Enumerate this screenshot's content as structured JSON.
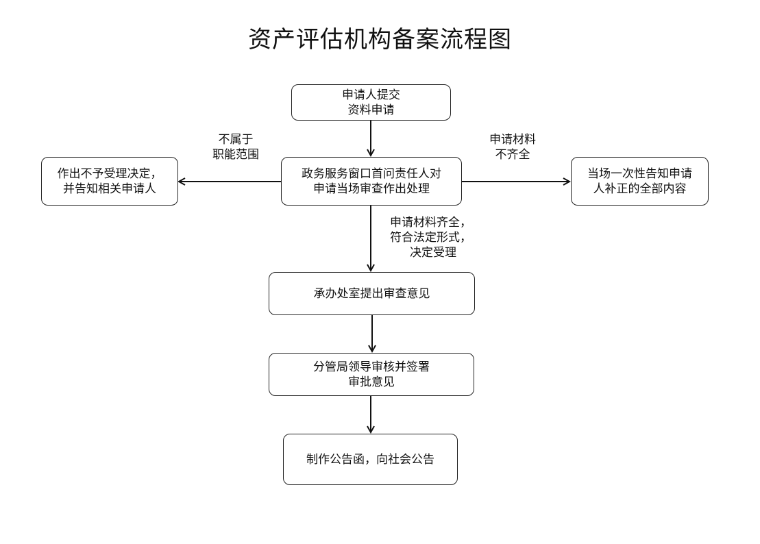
{
  "title": "资产评估机构备案流程图",
  "nodes": {
    "submit": {
      "line1": "申请人提交",
      "line2": "资料申请"
    },
    "window": {
      "line1": "政务服务窗口首问责任人对",
      "line2": "申请当场审查作出处理"
    },
    "reject": {
      "line1": "作出不予受理决定，",
      "line2": "并告知相关申请人"
    },
    "supplement": {
      "line1": "当场一次性告知申请",
      "line2": "人补正的全部内容"
    },
    "review": {
      "line1": "承办处室提出审查意见"
    },
    "approve": {
      "line1": "分管局领导审核并签署",
      "line2": "审批意见"
    },
    "publish": {
      "line1": "制作公告函，向社会公告"
    }
  },
  "edge_labels": {
    "out_of_scope": {
      "line1": "不属于",
      "line2": "职能范围"
    },
    "incomplete": {
      "line1": "申请材料",
      "line2": "不齐全"
    },
    "accepted": {
      "line1": "申请材料齐全，",
      "line2": "符合法定形式，",
      "line3": "决定受理"
    }
  }
}
